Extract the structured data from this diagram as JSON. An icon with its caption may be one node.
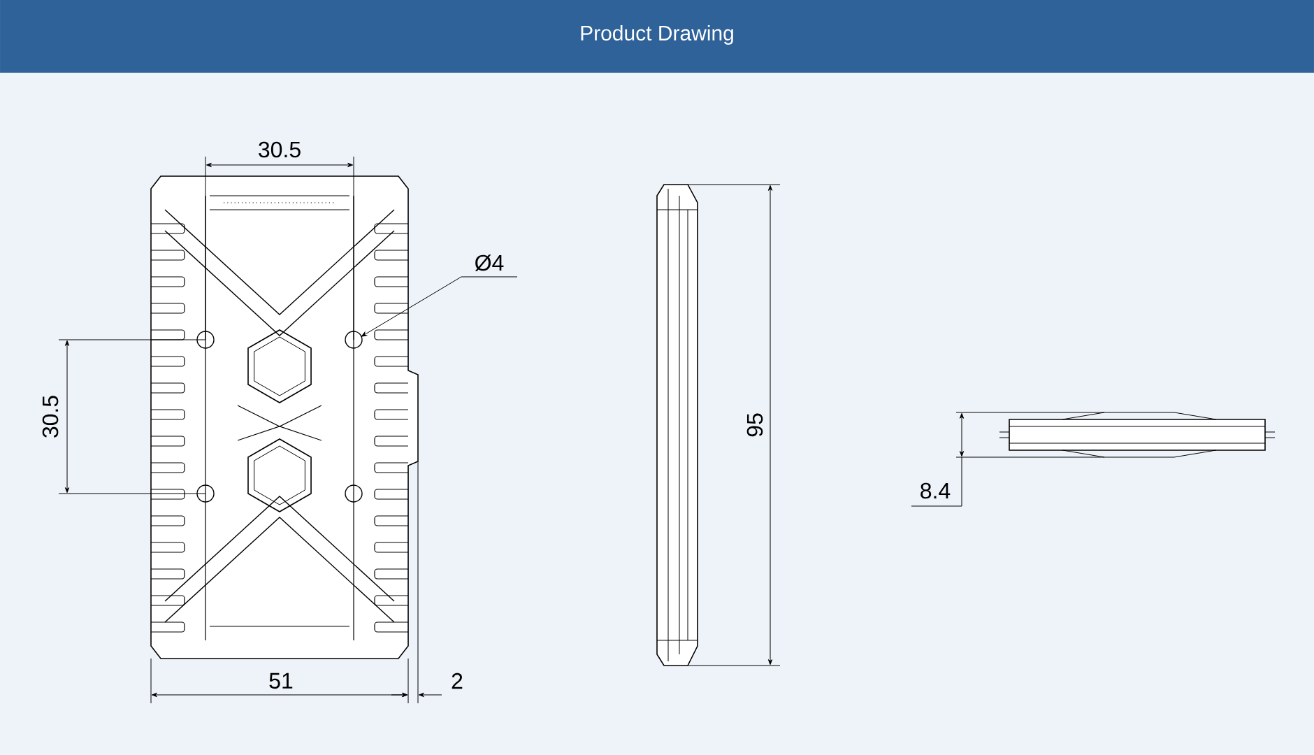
{
  "diagram": {
    "title": "Product Drawing",
    "labels": [
      "30.5",
      "Ø4",
      "30.5",
      "95",
      "8.4",
      "51",
      "2"
    ]
  }
}
